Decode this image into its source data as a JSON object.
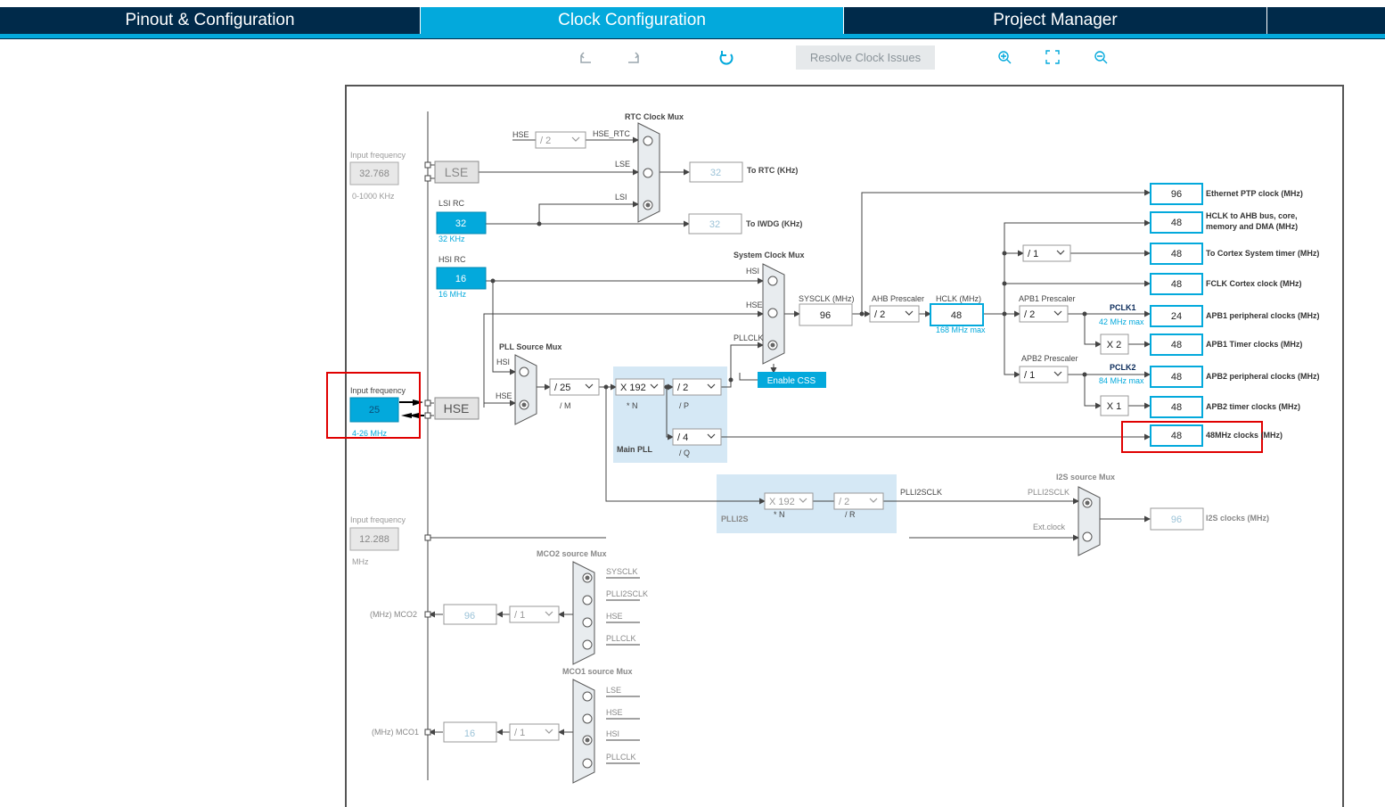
{
  "tabs": [
    {
      "label": "Pinout & Configuration",
      "active": false
    },
    {
      "label": "Clock Configuration",
      "active": true
    },
    {
      "label": "Project Manager",
      "active": false
    }
  ],
  "toolbar": {
    "undo_icon": "undo-icon",
    "redo_icon": "redo-icon",
    "refresh_icon": "refresh-icon",
    "resolve_label": "Resolve Clock Issues",
    "zoom_in_icon": "zoom-in-icon",
    "fit_icon": "fit-icon",
    "zoom_out_icon": "zoom-out-icon"
  },
  "colors": {
    "accent": "#03a9dc",
    "header": "#002a4a",
    "highlight": "#e00000",
    "pll_bg": "#d5e8f5"
  },
  "diagram": {
    "lse": {
      "freq_label": "Input frequency",
      "value": "32.768",
      "range": "0-1000 KHz",
      "block": "LSE"
    },
    "lsi": {
      "title": "LSI RC",
      "value": "32",
      "unit": "32 KHz"
    },
    "hsi": {
      "title": "HSI RC",
      "value": "16",
      "unit": "16 MHz"
    },
    "hse": {
      "freq_label": "Input frequency",
      "value": "25",
      "range": "4-26 MHz",
      "block": "HSE"
    },
    "ext_i2s": {
      "freq_label": "Input frequency",
      "value": "12.288",
      "unit": "MHz"
    },
    "rtc": {
      "mux_title": "RTC Clock Mux",
      "hse_label": "HSE",
      "div": "/ 2",
      "hse_rtc": "HSE_RTC",
      "lse": "LSE",
      "lsi": "LSI",
      "out_value": "32",
      "out_label": "To RTC (KHz)"
    },
    "iwdg": {
      "out_value": "32",
      "out_label": "To IWDG (KHz)"
    },
    "pll_mux": {
      "title": "PLL Source Mux",
      "hsi": "HSI",
      "hse": "HSE"
    },
    "pll": {
      "m_div": "/ 25",
      "m_label": "/ M",
      "n_mul": "X 192",
      "n_label": "* N",
      "p_div": "/ 2",
      "p_label": "/ P",
      "q_div": "/ 4",
      "q_label": "/ Q",
      "title": "Main PLL"
    },
    "sys_mux": {
      "title": "System Clock Mux",
      "hsi": "HSI",
      "hse": "HSE",
      "pllclk": "PLLCLK",
      "css": "Enable CSS"
    },
    "sysclk": {
      "label": "SYSCLK (MHz)",
      "value": "96"
    },
    "ahb": {
      "label": "AHB Prescaler",
      "value": "/ 2"
    },
    "hclk": {
      "label": "HCLK (MHz)",
      "value": "48",
      "max": "168 MHz max"
    },
    "cortex_div": "/ 1",
    "apb1": {
      "label": "APB1 Prescaler",
      "value": "/ 2",
      "pclk": "PCLK1",
      "max": "42 MHz max",
      "timer_mul": "X 2"
    },
    "apb2": {
      "label": "APB2 Prescaler",
      "value": "/ 1",
      "pclk": "PCLK2",
      "max": "84 MHz max",
      "timer_mul": "X 1"
    },
    "outputs": [
      {
        "value": "96",
        "label": "Ethernet PTP clock (MHz)"
      },
      {
        "value": "48",
        "label": "HCLK to AHB bus, core, memory and DMA (MHz)"
      },
      {
        "value": "48",
        "label": "To Cortex System timer (MHz)"
      },
      {
        "value": "48",
        "label": "FCLK Cortex clock (MHz)"
      },
      {
        "value": "24",
        "label": "APB1 peripheral clocks (MHz)"
      },
      {
        "value": "48",
        "label": "APB1 Timer clocks (MHz)"
      },
      {
        "value": "48",
        "label": "APB2 peripheral clocks (MHz)"
      },
      {
        "value": "48",
        "label": "APB2 timer clocks (MHz)"
      },
      {
        "value": "48",
        "label": "48MHz clocks (MHz)"
      }
    ],
    "plli2s": {
      "n_mul": "X 192",
      "n_label": "* N",
      "r_div": "/ 2",
      "r_label": "/ R",
      "title": "PLLI2S",
      "out": "PLLI2SCLK"
    },
    "i2s_mux": {
      "title": "I2S source Mux",
      "in1": "PLLI2SCLK",
      "in2": "Ext.clock",
      "out_value": "96",
      "out_label": "I2S clocks (MHz)"
    },
    "mco2": {
      "mux_title": "MCO2 source Mux",
      "in": [
        "SYSCLK",
        "PLLI2SCLK",
        "HSE",
        "PLLCLK"
      ],
      "div": "/ 1",
      "value": "96",
      "label": "(MHz) MCO2"
    },
    "mco1": {
      "mux_title": "MCO1 source Mux",
      "in": [
        "LSE",
        "HSE",
        "HSI",
        "PLLCLK"
      ],
      "div": "/ 1",
      "value": "16",
      "label": "(MHz) MCO1"
    }
  }
}
